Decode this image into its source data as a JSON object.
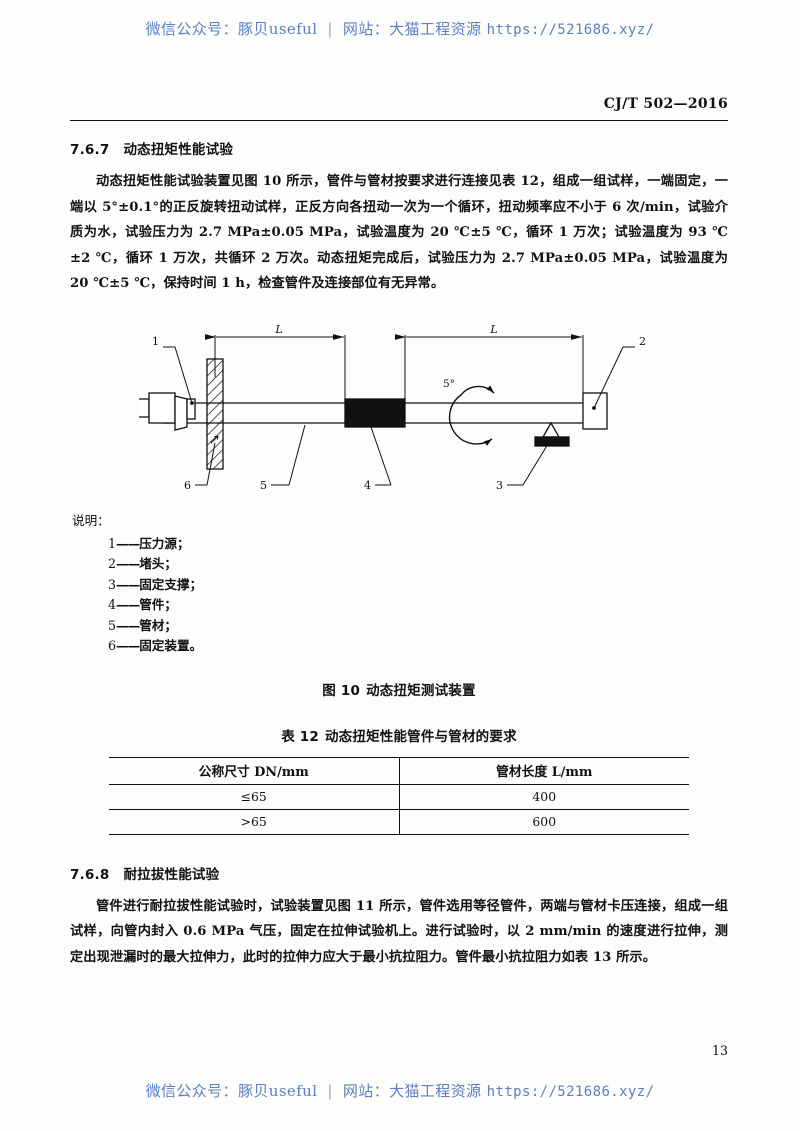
{
  "watermark": {
    "wechat_label": "微信公众号：",
    "wechat_name": "豚贝useful",
    "separator": "|",
    "site_label": "网站：",
    "site_name": "大猫工程资源",
    "url": "https://521686.xyz/"
  },
  "header": {
    "standard_code": "CJ/T 502—2016"
  },
  "sections": [
    {
      "number": "7.6.7",
      "title": "动态扭矩性能试验",
      "paragraph": "动态扭矩性能试验装置见图 10 所示，管件与管材按要求进行连接见表 12，组成一组试样，一端固定，一端以 5°±0.1°的正反旋转扭动试样，正反方向各扭动一次为一个循环，扭动频率应不小于 6 次/min，试验介质为水，试验压力为 2.7 MPa±0.05 MPa，试验温度为 20 ℃±5 ℃，循环 1 万次；试验温度为 93 ℃±2 ℃，循环 1 万次，共循环 2 万次。动态扭矩完成后，试验压力为 2.7 MPa±0.05 MPa，试验温度为 20 ℃±5 ℃，保持时间 1 h，检查管件及连接部位有无异常。"
    },
    {
      "number": "7.6.8",
      "title": "耐拉拔性能试验",
      "paragraph": "管件进行耐拉拔性能试验时，试验装置见图 11 所示，管件选用等径管件，两端与管材卡压连接，组成一组试样，向管内封入 0.6 MPa 气压，固定在拉伸试验机上。进行试验时，以 2 mm/min 的速度进行拉伸，测定出现泄漏时的最大拉伸力，此时的拉伸力应大于最小抗拉阻力。管件最小抗拉阻力如表 13 所示。"
    }
  ],
  "figure": {
    "dimension_label_left": "L",
    "dimension_label_right": "L",
    "angle_label": "5°",
    "callouts": [
      "1",
      "2",
      "3",
      "4",
      "5",
      "6"
    ],
    "legend_title": "说明：",
    "legend_items": [
      {
        "index": "1",
        "dash": "——",
        "text": "压力源；"
      },
      {
        "index": "2",
        "dash": "——",
        "text": "堵头；"
      },
      {
        "index": "3",
        "dash": "——",
        "text": "固定支撑；"
      },
      {
        "index": "4",
        "dash": "——",
        "text": "管件；"
      },
      {
        "index": "5",
        "dash": "——",
        "text": "管材；"
      },
      {
        "index": "6",
        "dash": "——",
        "text": "固定装置。"
      }
    ],
    "caption_label": "图 10",
    "caption_text": "动态扭矩测试装置"
  },
  "table": {
    "caption_label": "表 12",
    "caption_text": "动态扭矩性能管件与管材的要求",
    "headers": [
      "公称尺寸 DN/mm",
      "管材长度 L/mm"
    ],
    "rows": [
      [
        "≤65",
        "400"
      ],
      [
        ">65",
        "600"
      ]
    ]
  },
  "footer": {
    "page_number": "13"
  },
  "colors": {
    "watermark_blue": "#5b7fc4",
    "ink": "#111111",
    "paper": "#fdfdfb"
  }
}
